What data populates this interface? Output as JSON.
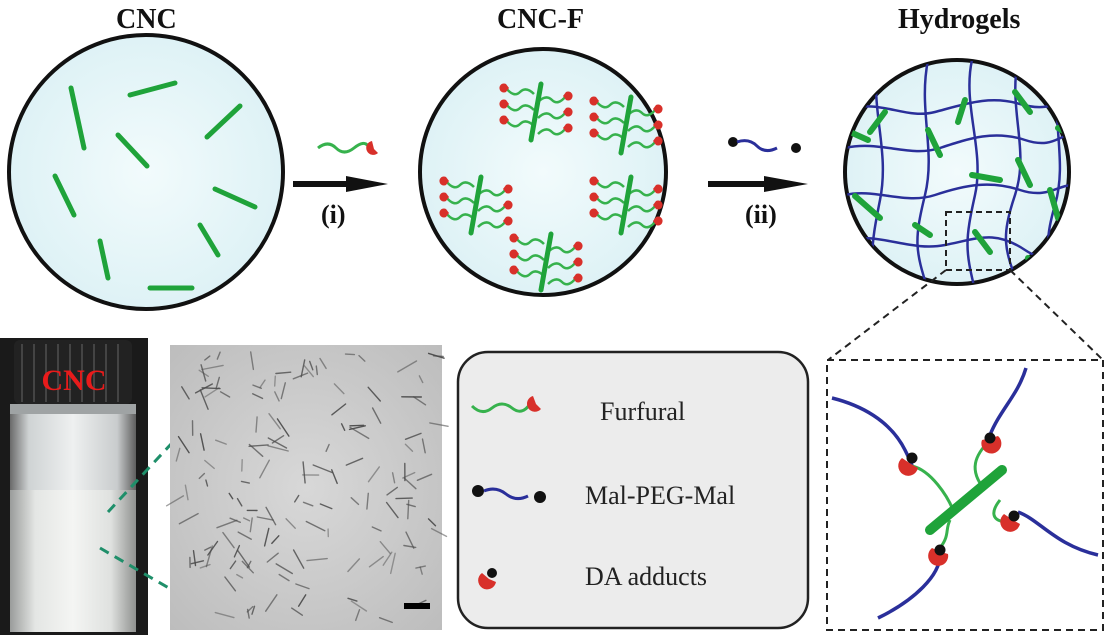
{
  "titles": {
    "cnc": "CNC",
    "cnc_f": "CNC-F",
    "hydrogels": "Hydrogels"
  },
  "steps": {
    "i": "(i)",
    "ii": "(ii)"
  },
  "vial_label": "CNC",
  "legend": {
    "items": [
      {
        "label": "Furfural",
        "icon": "furfural-chain-icon"
      },
      {
        "label": "Mal-PEG-Mal",
        "icon": "mal-peg-mal-icon"
      },
      {
        "label": "DA adducts",
        "icon": "da-adduct-icon"
      }
    ]
  },
  "colors": {
    "cnc_rod": "#1fa33a",
    "furfural_chain": "#37b24d",
    "furfural_cap": "#d8302a",
    "peg": "#2a2f9a",
    "maleimide": "#1a1a1a",
    "circle_fill": "#e4f5f8",
    "legend_bg": "#ececec"
  }
}
